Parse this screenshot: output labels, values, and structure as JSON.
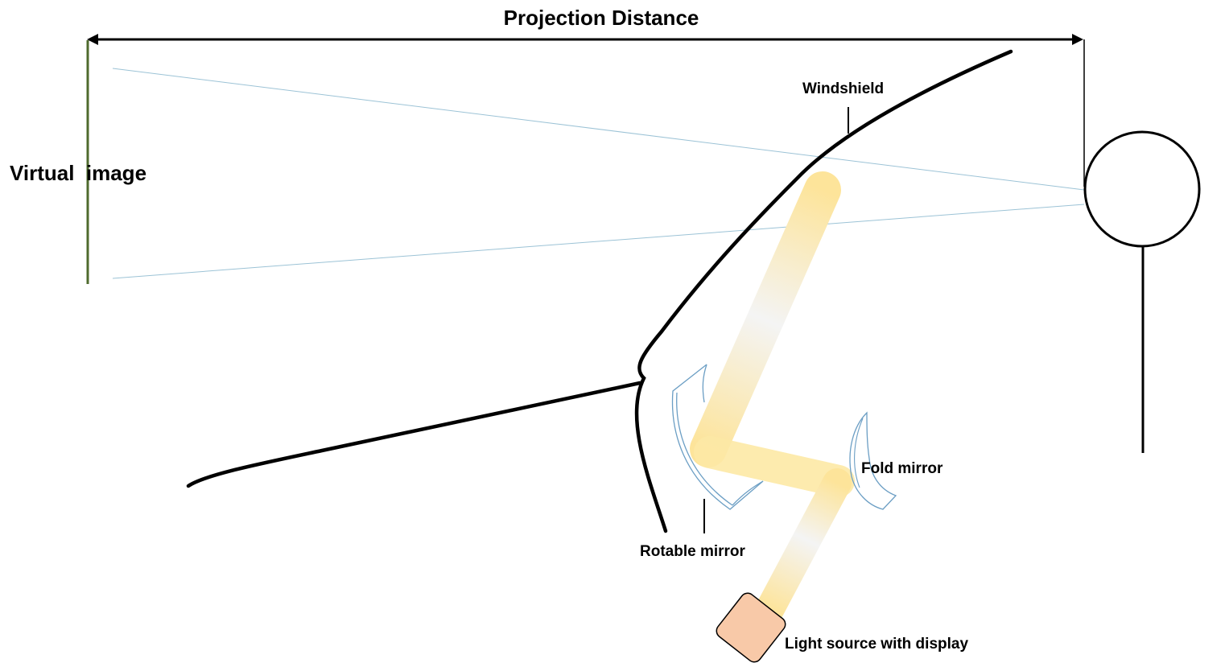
{
  "diagram": {
    "title": "Projection Distance",
    "virtual_image_label": "Virtual  image",
    "windshield_label": "Windshield",
    "fold_mirror_label": "Fold mirror",
    "rotable_mirror_label": "Rotable mirror",
    "light_source_label": "Light source with display"
  },
  "colors": {
    "outline": "#000000",
    "virtual_image_line": "#4f6b2e",
    "sight_ray": "#9cc3d6",
    "mirror_stroke": "#6b9ec4",
    "beam_warm": "#fde9a6",
    "beam_light": "#f4f4f4",
    "light_source_fill": "#f8c9a8"
  }
}
